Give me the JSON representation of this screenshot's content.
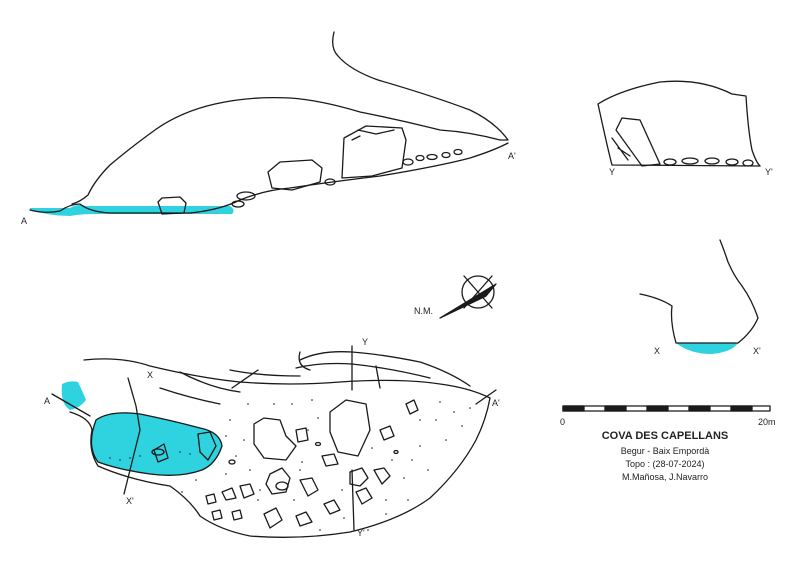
{
  "colors": {
    "water": "#2fd3e0",
    "line": "#1a1a1a"
  },
  "title": "COVA DES CAPELLANS",
  "location": "Begur - Baix Empordà",
  "survey_date": "Topo : (28-07-2024)",
  "authors": "M.Mañosa, J.Navarro",
  "north_label": "N.M.",
  "scale": {
    "start": "0",
    "end": "20m"
  },
  "sections": {
    "a_start": "A",
    "a_end": "A'",
    "x_start": "X",
    "x_end": "X'",
    "y_start": "Y",
    "y_end": "Y'"
  }
}
